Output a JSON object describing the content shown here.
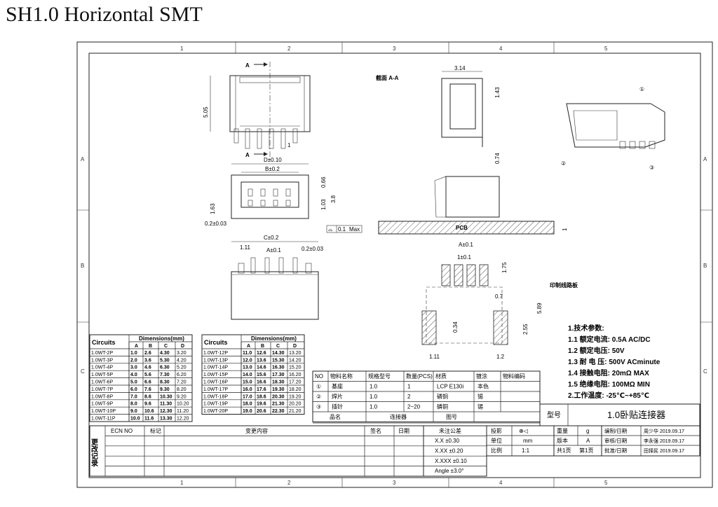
{
  "title": "SH1.0 Horizontal SMT",
  "grid": {
    "cols": [
      "1",
      "2",
      "3",
      "4",
      "5"
    ],
    "rows": [
      "A",
      "B",
      "C"
    ]
  },
  "views": {
    "section_a_label": "A",
    "section_title": "截面  A-A",
    "pcb_label": "PCB",
    "printed_board_label": "印制线路板",
    "callouts": [
      "①",
      "②",
      "③"
    ],
    "flatness": "0.1",
    "flatness_suffix": "Max"
  },
  "dims": {
    "d_505": "5.05",
    "d_1": "1",
    "d_D": "D±0.10",
    "d_B": "B±0.2",
    "d_066": "0.66",
    "d_163": "1.63",
    "d_103": "1.03",
    "d_38": "3.8",
    "d_02_003": "0.2±0.03",
    "d_C": "C±0.2",
    "d_111": "1.11",
    "d_A": "A±0.1",
    "d_02b": "0.2±0.03",
    "d_314": "3.14",
    "d_143": "1.43",
    "d_074": "0.74",
    "d_1pcb": "1",
    "p_A": "A±0.1",
    "p_1": "1±0.1",
    "p_175": "1.75",
    "p_07": "0.7",
    "p_589": "5.89",
    "p_034": "0.34",
    "p_255": "2.55",
    "p_111": "1.11",
    "p_12": "1.2"
  },
  "specs": {
    "heading": "1.技术参数:",
    "lines": [
      "1.1 额定电流: 0.5A AC/DC",
      "1.2 额定电压: 50V",
      "1.3 耐 电 压: 500V ACminute",
      "1.4 接触电阻: 20mΩ MAX",
      "1.5 绝缘电阻: 100MΩ MIN",
      "2.工作温度: -25℃~+85℃"
    ]
  },
  "dim_table": {
    "col_circuits": "Circuits",
    "col_dims": "Dimensions(mm)",
    "sub": [
      "A",
      "B",
      "C",
      "D"
    ],
    "left": [
      [
        "1.0WT-2P",
        "1.0",
        "2.6",
        "4.30",
        "3.20"
      ],
      [
        "1.0WT-3P",
        "2.0",
        "3.6",
        "5.30",
        "4.20"
      ],
      [
        "1.0WT-4P",
        "3.0",
        "4.6",
        "6.30",
        "5.20"
      ],
      [
        "1.0WT-5P",
        "4.0",
        "5.6",
        "7.30",
        "6.20"
      ],
      [
        "1.0WT-6P",
        "5.0",
        "6.6",
        "8.30",
        "7.20"
      ],
      [
        "1.0WT-7P",
        "6.0",
        "7.6",
        "9.30",
        "8.20"
      ],
      [
        "1.0WT-8P",
        "7.0",
        "8.6",
        "10.30",
        "9.20"
      ],
      [
        "1.0WT-9P",
        "8.0",
        "9.6",
        "11.30",
        "10.20"
      ],
      [
        "1.0WT-10P",
        "9.0",
        "10.6",
        "12.30",
        "11.20"
      ],
      [
        "1.0WT-11P",
        "10.0",
        "11.6",
        "13.30",
        "12.20"
      ]
    ],
    "right": [
      [
        "1.0WT-12P",
        "11.0",
        "12.6",
        "14.30",
        "13.20"
      ],
      [
        "1.0WT-13P",
        "12.0",
        "13.6",
        "15.30",
        "14.20"
      ],
      [
        "1.0WT-14P",
        "13.0",
        "14.6",
        "16.30",
        "15.20"
      ],
      [
        "1.0WT-15P",
        "14.0",
        "15.6",
        "17.30",
        "16.20"
      ],
      [
        "1.0WT-16P",
        "15.0",
        "16.6",
        "18.30",
        "17.20"
      ],
      [
        "1.0WT-17P",
        "16.0",
        "17.6",
        "19.30",
        "18.20"
      ],
      [
        "1.0WT-18P",
        "17.0",
        "18.6",
        "20.30",
        "19.20"
      ],
      [
        "1.0WT-19P",
        "18.0",
        "19.6",
        "21.30",
        "20.20"
      ],
      [
        "1.0WT-20P",
        "19.0",
        "20.6",
        "22.30",
        "21.20"
      ]
    ]
  },
  "bom": {
    "headers": [
      "NO",
      "物料名称",
      "规格型号",
      "数量(PCS)",
      "材质",
      "镀涂",
      "物料编码"
    ],
    "rows": [
      [
        "①",
        "基座",
        "1.0",
        "1",
        "LCP E130i",
        "本色",
        ""
      ],
      [
        "②",
        "焊片",
        "1.0",
        "2",
        "磷铜",
        "锡",
        ""
      ],
      [
        "③",
        "插针",
        "1.0",
        "2~20",
        "磷铜",
        "锡",
        ""
      ]
    ],
    "footer": [
      "品名",
      "连接器",
      "图号"
    ]
  },
  "titleblock": {
    "model_label": "型号",
    "model_value": "1.0卧贴连接器",
    "change_vertical": "更改记录",
    "change_headers": [
      "ECN NO",
      "标记",
      "变更内容",
      "签名",
      "日期"
    ],
    "tol_heading": "未注公差",
    "tolerances": [
      "X.X   ±0.30",
      "X.XX  ±0.20",
      "X.XXX ±0.10",
      "Angle ±3.0°"
    ],
    "projection_label": "投影",
    "projection_symbol": "⊕◁",
    "unit_label": "单位",
    "unit_value": "mm",
    "scale_label": "比例",
    "scale_value": "1:1",
    "weight_label": "重量",
    "weight_value": "g",
    "version_label": "版本",
    "version_value": "A",
    "pages": "共1页",
    "page": "第1页",
    "roles": [
      [
        "编制/日期",
        "周少华 2019.09.17"
      ],
      [
        "审核/日期",
        "李永强 2019.09.17"
      ],
      [
        "批准/日期",
        "田择民 2019.09.17"
      ]
    ]
  }
}
